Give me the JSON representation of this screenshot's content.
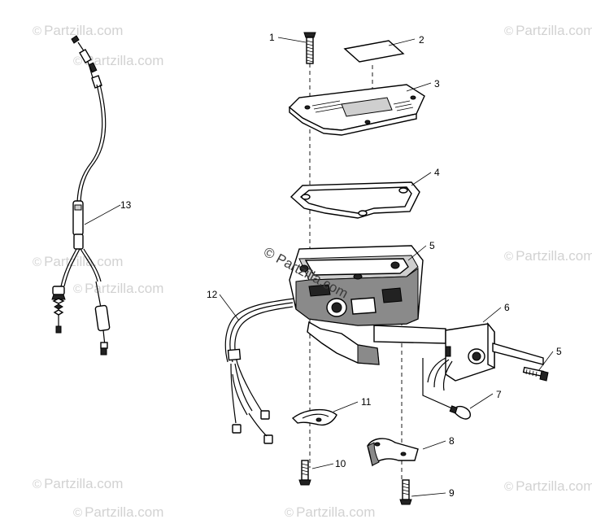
{
  "watermark": {
    "symbol": "©",
    "text": "Partzilla.com",
    "color": "#d2d2d2"
  },
  "center_watermark": {
    "symbol": "©",
    "text": "Partzilla.com"
  },
  "callouts": [
    {
      "id": "1",
      "label": "1"
    },
    {
      "id": "2",
      "label": "2"
    },
    {
      "id": "3",
      "label": "3"
    },
    {
      "id": "4",
      "label": "4"
    },
    {
      "id": "5a",
      "label": "5"
    },
    {
      "id": "5b",
      "label": "5"
    },
    {
      "id": "6",
      "label": "6"
    },
    {
      "id": "7",
      "label": "7"
    },
    {
      "id": "8",
      "label": "8"
    },
    {
      "id": "9",
      "label": "9"
    },
    {
      "id": "10",
      "label": "10"
    },
    {
      "id": "11",
      "label": "11"
    },
    {
      "id": "12",
      "label": "12"
    },
    {
      "id": "13",
      "label": "13"
    }
  ]
}
